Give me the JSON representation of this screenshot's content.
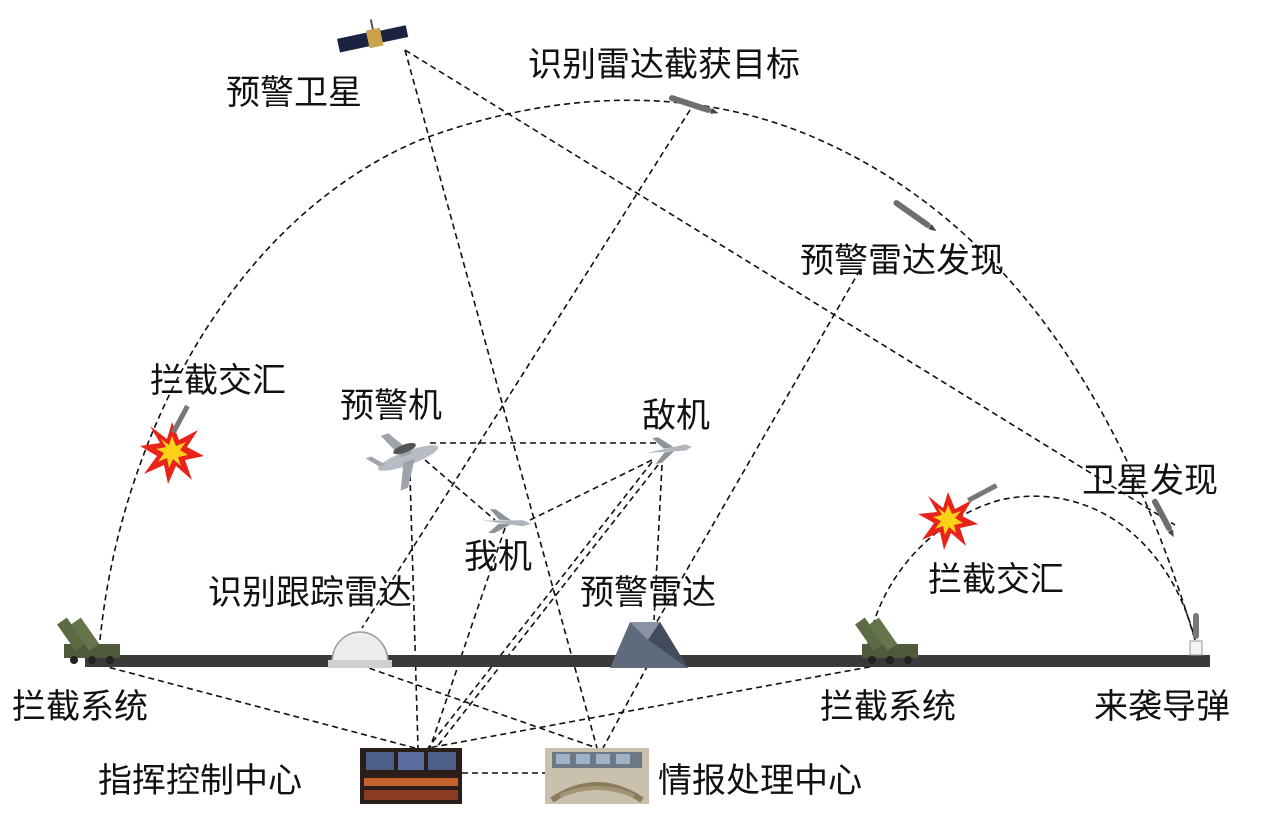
{
  "labels": {
    "early_warning_satellite": "预警卫星",
    "id_radar_acquire": "识别雷达截获目标",
    "warning_radar_detect": "预警雷达发现",
    "intercept_left": "拦截交汇",
    "awacs": "预警机",
    "enemy_aircraft": "敌机",
    "satellite_detect": "卫星发现",
    "our_aircraft": "我机",
    "intercept_right": "拦截交汇",
    "tracking_radar": "识别跟踪雷达",
    "warning_radar": "预警雷达",
    "interceptor_left": "拦截系统",
    "interceptor_right": "拦截系统",
    "incoming_missile": "来袭导弹",
    "command_center": "指挥控制中心",
    "intel_center": "情报处理中心"
  },
  "colors": {
    "line": "#111111",
    "ground": "#3a3a3a",
    "explosion_outer": "#e8231a",
    "explosion_inner": "#ffd21a"
  }
}
